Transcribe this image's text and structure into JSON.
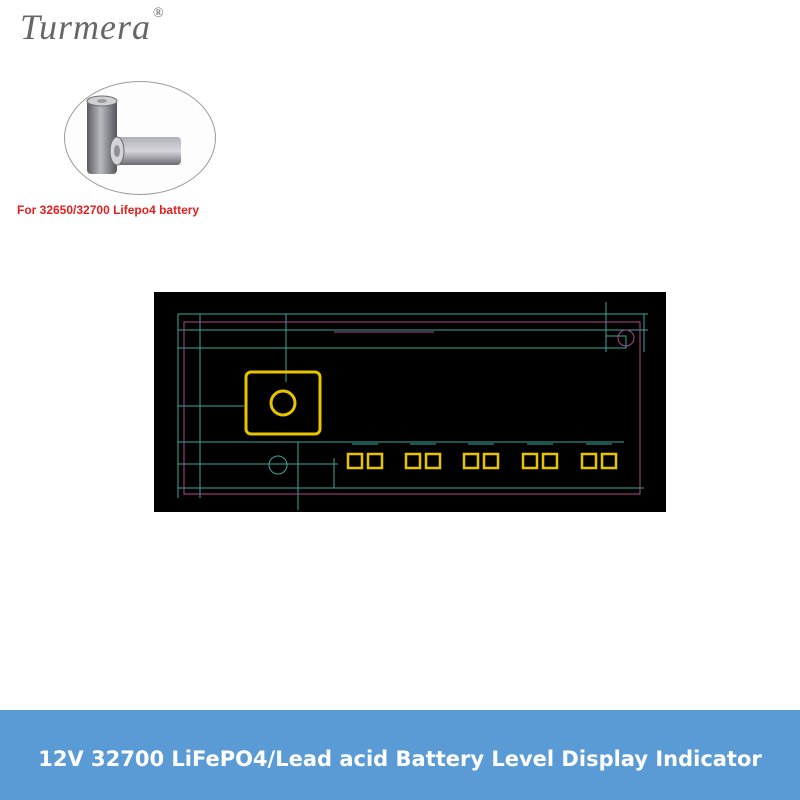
{
  "brand": {
    "name": "Turmera",
    "mark": "®",
    "color": "#666666"
  },
  "product_photo": {
    "icon": "cylindrical-battery-cells-icon"
  },
  "caption": {
    "text": "For 32650/32700 Lifepo4 battery",
    "color": "#e0201f"
  },
  "diagram": {
    "icon": "pcb-layout-diagram-icon",
    "colors": {
      "background": "#000000",
      "pad": "#e8c400",
      "trace": "#3aa89c",
      "outline": "#b04a8a"
    },
    "led_count": 5
  },
  "footer": {
    "text": "12V 32700 LiFePO4/Lead acid Battery Level Display Indicator",
    "background": "#5b9bd5"
  }
}
